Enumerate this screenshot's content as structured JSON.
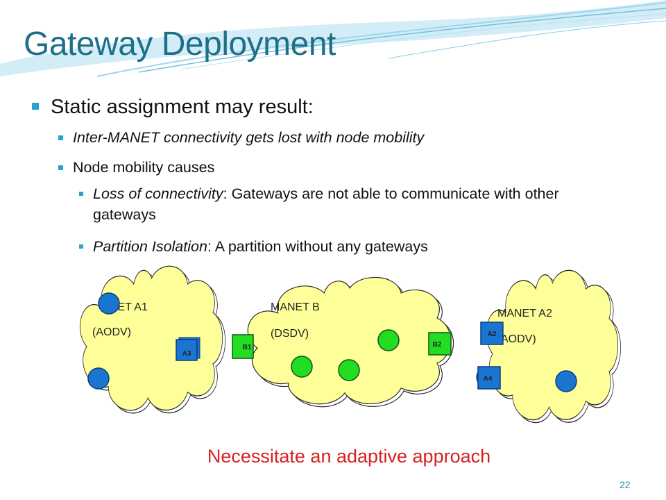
{
  "slide": {
    "title": "Gateway Deployment",
    "page_number": "22",
    "conclusion": "Necessitate an adaptive approach"
  },
  "bullets": {
    "l1": "Static assignment may result:",
    "l2a": "Inter-MANET connectivity gets lost with node mobility",
    "l2b": "Node mobility causes",
    "l3a_term": "Loss of connectivity",
    "l3a_rest": ": Gateways are not able to communicate with other gateways",
    "l3b_term": "Partition Isolation",
    "l3b_rest": ": A partition without any gateways"
  },
  "diagram": {
    "clouds": [
      {
        "name": "NET A1",
        "protocol": "(AODV)"
      },
      {
        "name": "MANET B",
        "protocol": "(DSDV)"
      },
      {
        "name": "MANET A2",
        "protocol": "AODV)"
      }
    ],
    "gateways": {
      "a3": "A3",
      "b1": "B1",
      "b2": "B2",
      "a2": "A2",
      "a4": "A4"
    },
    "colors": {
      "cloud_fill": "#ffff99",
      "node_blue": "#1a75d1",
      "node_green": "#22dd22",
      "title": "#1d6f8a",
      "conclusion": "#d81f1f",
      "bullet": "#2aa3cc"
    }
  }
}
